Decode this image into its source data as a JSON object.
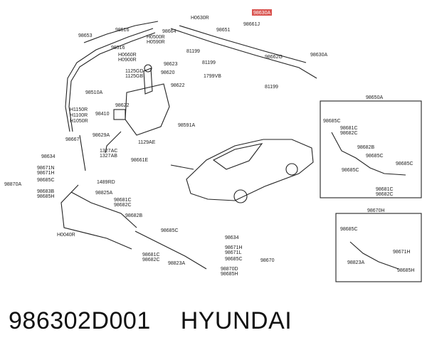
{
  "labels": {
    "p98653": "98653",
    "p98516a": "98516",
    "p98664": "98664",
    "p98516b": "98516",
    "pH0500R": "H0500R",
    "pH0590R": "H0590R",
    "pH0660R": "H0660R",
    "pH0900R": "H0900R",
    "p98623": "98623",
    "p1125GD": "1125GD",
    "p1125GB": "1125GB",
    "p98620": "98620",
    "p98622a": "98622",
    "p98510A": "98510A",
    "p98622b": "98622",
    "pH1150R": "H1150R",
    "pH1100R": "H1100R",
    "pH1050R": "H1050R",
    "p98410": "98410",
    "p98629A": "98629A",
    "p98667": "98667",
    "p1129AE": "1129AE",
    "p1327AC": "1327AC",
    "p1327AB": "1327AB",
    "p98661E": "98661E",
    "p98634a": "98634",
    "p98671N": "98671N",
    "p98671H": "98671H",
    "p98685Ca": "98685C",
    "p98870A": "98870A",
    "p98683B": "98683B",
    "p98685H": "98685H",
    "p1489RD": "1489RD",
    "p98825A": "98825A",
    "p98681Ca": "98681C",
    "p98682Ca": "98682C",
    "p98682Ba": "98682B",
    "pH0040R": "H0040R",
    "p98685Cb": "98685C",
    "p98681Cb": "98681C",
    "p98682Cb": "98682C",
    "p98823A": "98823A",
    "p98634b": "98634",
    "p98671Hb": "98671H",
    "p98671L": "98671L",
    "p98685Cc": "98685C",
    "p98670": "98670",
    "p98870D": "98870D",
    "p98685Hb": "98685H",
    "pH0630R": "H0630R",
    "p98651": "98651",
    "p98661J": "98661J",
    "p98630A": "98630A",
    "p81199a": "81199",
    "p81199b": "81199",
    "p98662G": "98662G",
    "p98630Ab": "98630A",
    "p81199c": "81199",
    "p1799VB": "1799VB",
    "p98591A": "98591A",
    "p98650A": "98650A",
    "p98685Cd": "98685C",
    "p98681Cc": "98681C",
    "p98682Cc": "98682C",
    "p98682Bb": "98682B",
    "p98685Ce": "98685C",
    "p98685Cf": "98685C",
    "p98685Cg": "98685C",
    "p98681Cd": "98681C",
    "p98682Cd": "98682C",
    "p98670H": "98670H",
    "p98685Ch": "98685C",
    "p98671Hc": "98671H",
    "p98823Ab": "98823A",
    "p98685Hc": "98685H"
  },
  "caption": {
    "part_number": "986302D001",
    "brand": "HYUNDAI"
  },
  "colors": {
    "highlight": "#d9534f"
  }
}
